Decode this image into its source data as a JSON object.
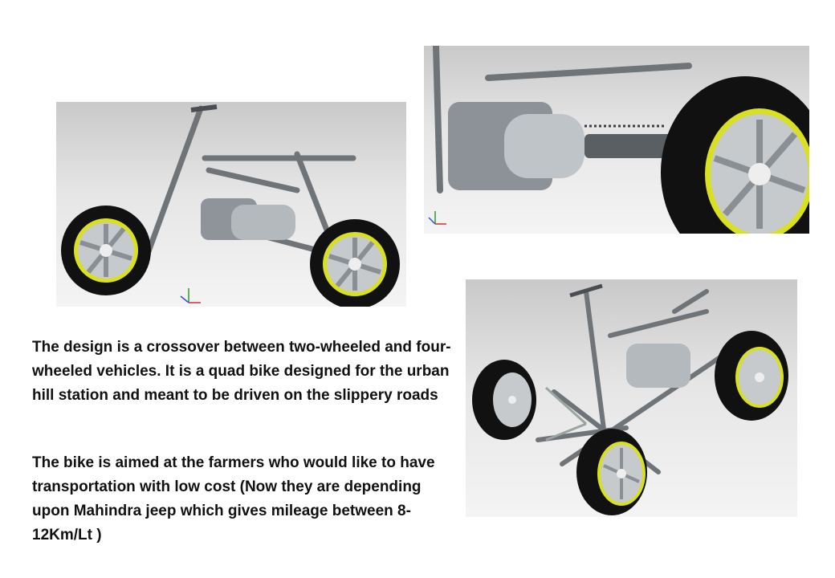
{
  "slide": {
    "paragraphs": [
      "The design is a crossover between two-wheeled and four-wheeled vehicles. It is a quad bike designed for the urban hill station and meant to be driven on the slippery roads",
      "The bike is aimed at the farmers who would like to have transportation with low cost (Now they are depending upon Mahindra jeep which gives mileage between 8-12Km/Lt )"
    ]
  },
  "colors": {
    "tire": "#111111",
    "rim_accent": "#d8e020",
    "hub": "#bfc3c7",
    "frame": "#6f7478",
    "engine": "#9ea4aa",
    "text": "#111111"
  },
  "icons": [
    "side-view-render",
    "engine-detail-render",
    "perspective-view-render",
    "axis-triad-icon"
  ]
}
